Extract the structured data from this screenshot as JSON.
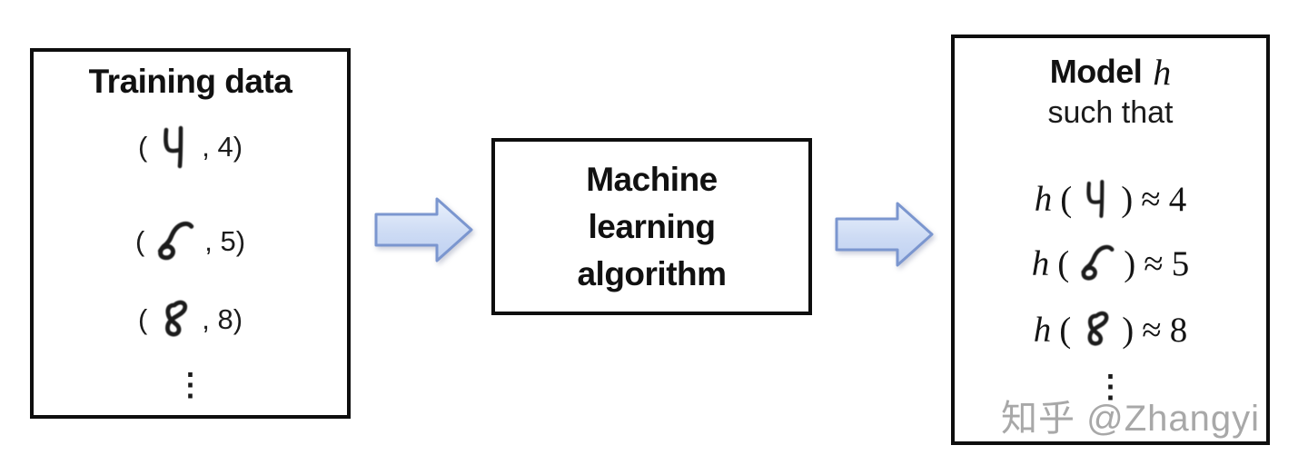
{
  "training_box": {
    "title": "Training data",
    "pairs": [
      {
        "open": "(",
        "digit": "4",
        "rest": ", 4)"
      },
      {
        "open": "(",
        "digit": "5",
        "rest": ", 5)"
      },
      {
        "open": "(",
        "digit": "8",
        "rest": ", 8)"
      }
    ],
    "ellipsis": "⋮"
  },
  "algorithm_box": {
    "lines": [
      "Machine",
      "learning",
      "algorithm"
    ]
  },
  "model_box": {
    "title_bold": "Model",
    "title_math": "h",
    "subtitle": "such that",
    "equations": [
      {
        "func": "h",
        "open": "(",
        "digit": "4",
        "close": ")",
        "approx": "≈",
        "value": "4"
      },
      {
        "func": "h",
        "open": "(",
        "digit": "5",
        "close": ")",
        "approx": "≈",
        "value": "5"
      },
      {
        "func": "h",
        "open": "(",
        "digit": "8",
        "close": ")",
        "approx": "≈",
        "value": "8"
      }
    ],
    "ellipsis": "⋮"
  },
  "watermark": {
    "text": "知乎 @Zhangyi"
  },
  "colors": {
    "box_border": "#0e0e0e",
    "arrow_fill_top": "#eaf1fc",
    "arrow_fill_bottom": "#bed0f1",
    "arrow_border": "#7b96cf",
    "watermark": "#a8a8a8"
  }
}
